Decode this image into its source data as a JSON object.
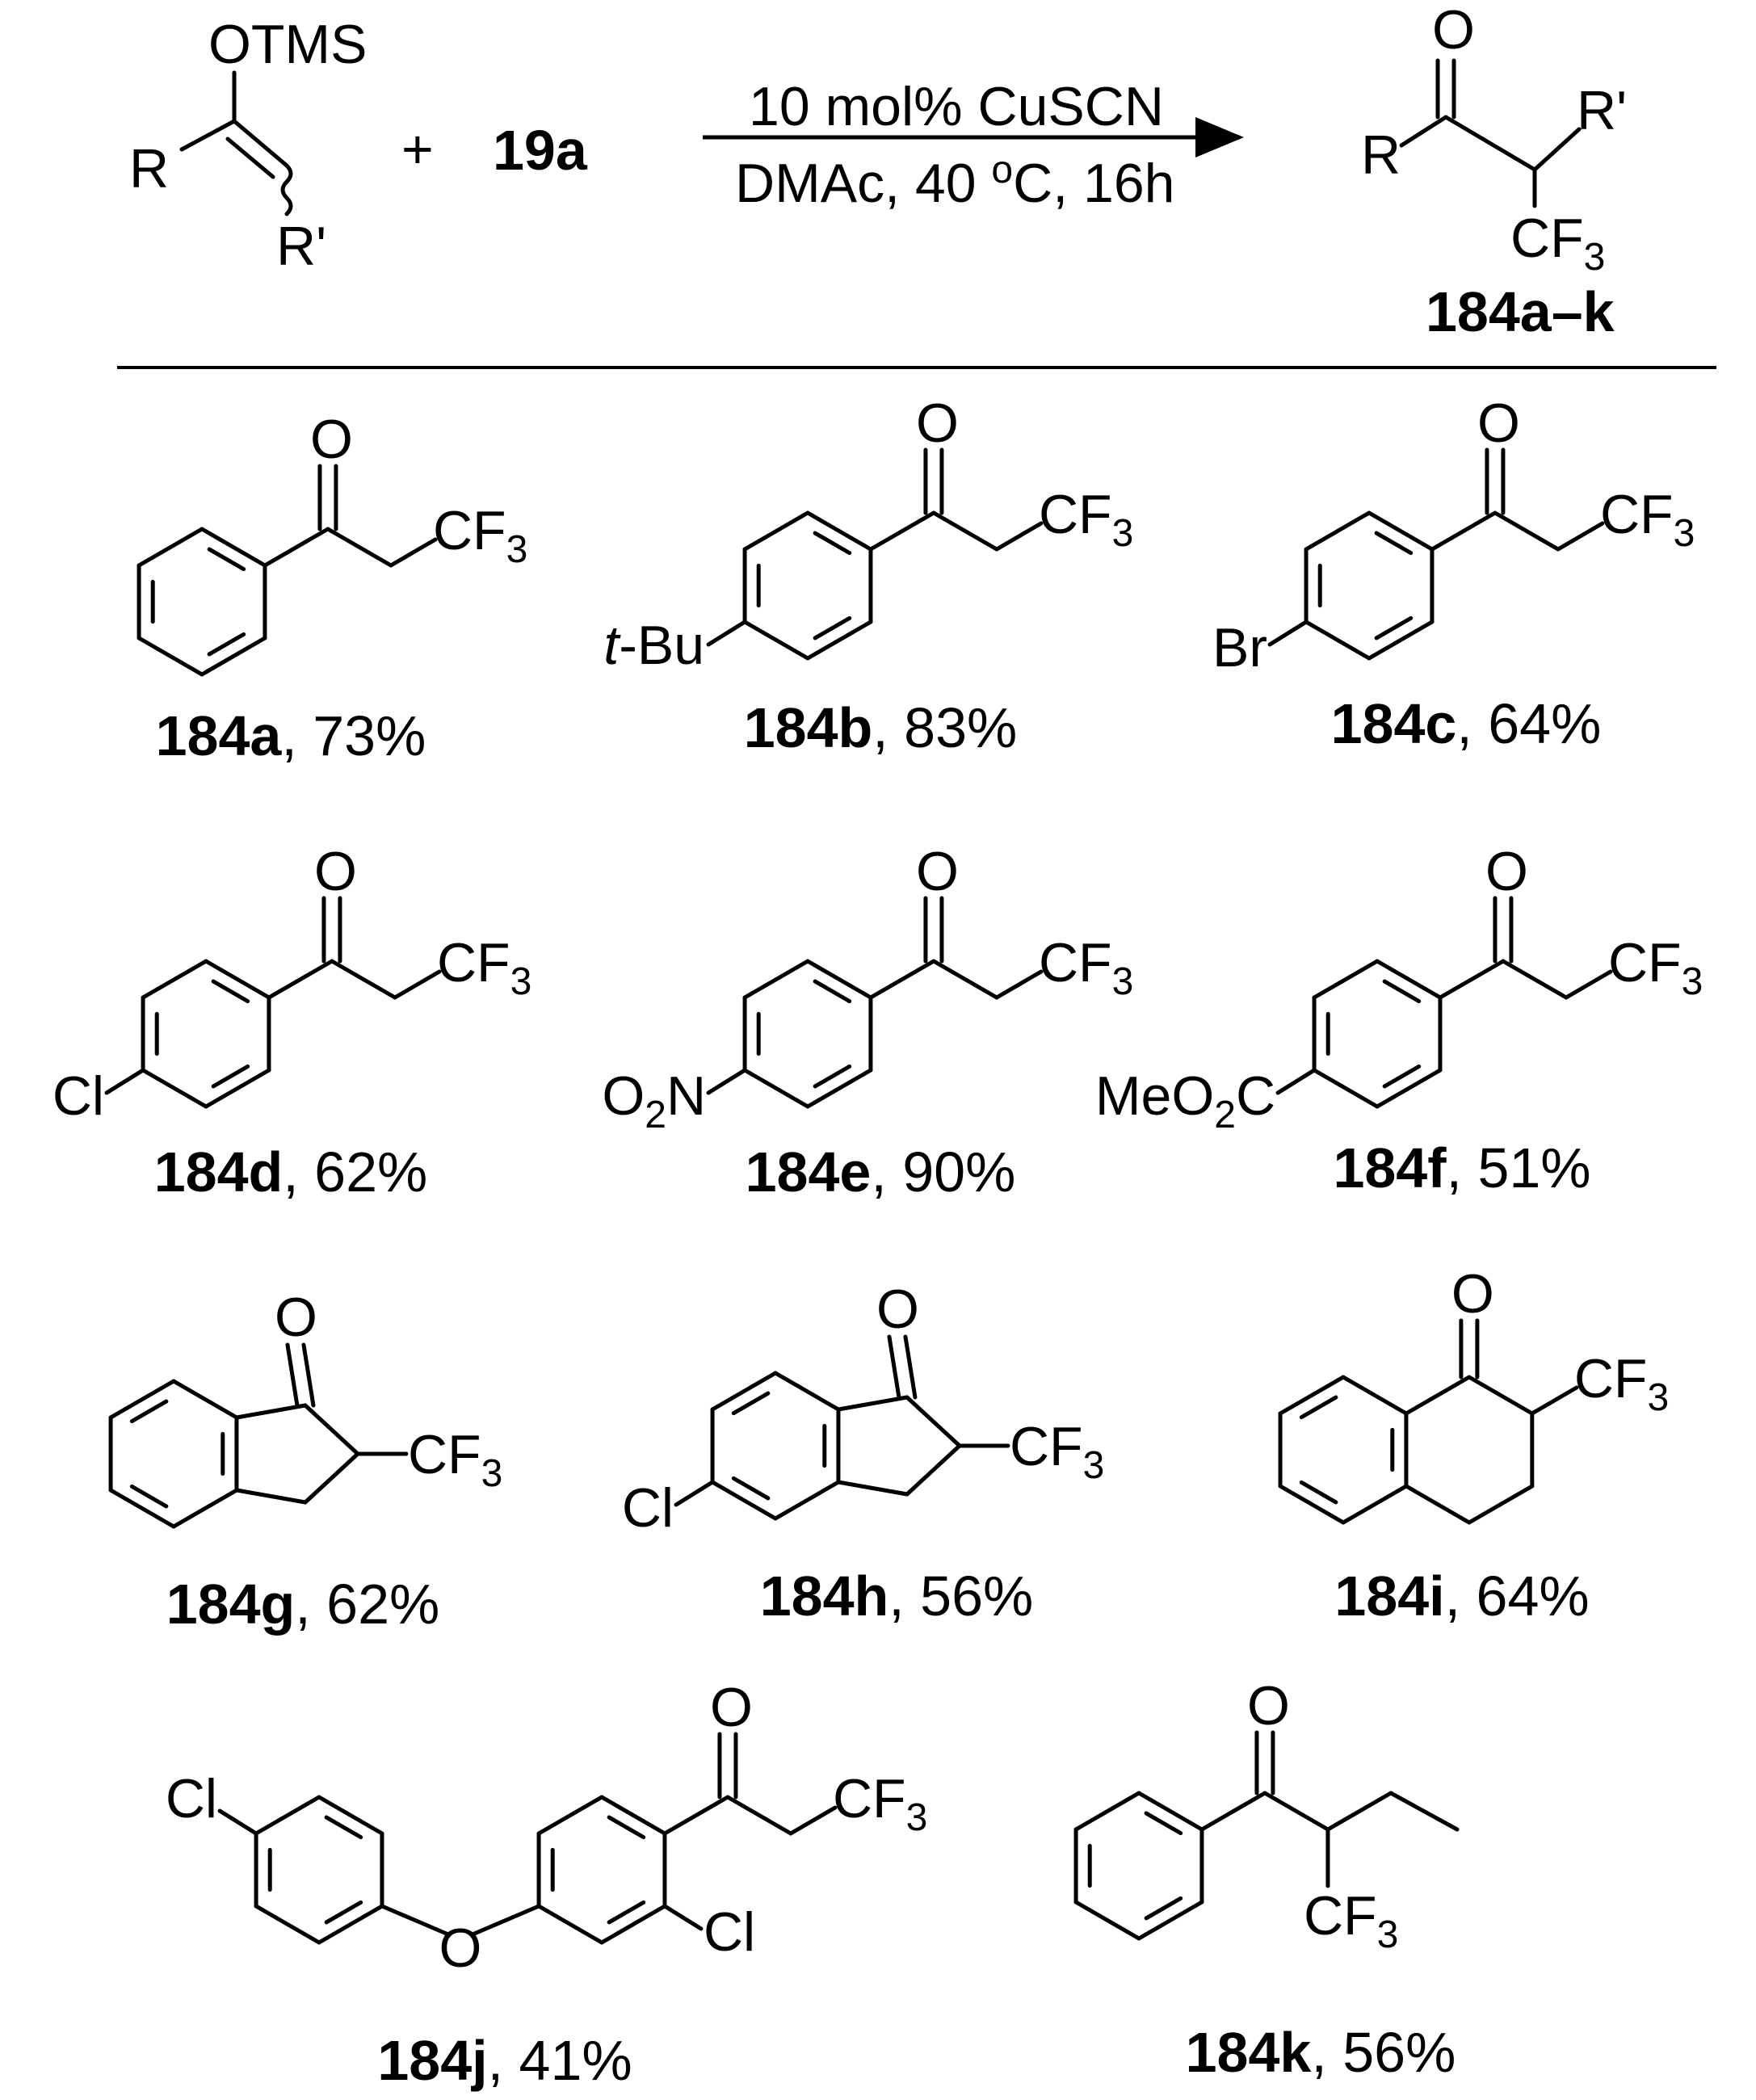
{
  "scheme": {
    "reactant": {
      "group": "OTMS",
      "r": "R",
      "r_prime": "R'"
    },
    "plus": "+",
    "reagent_id": "19a",
    "conditions": {
      "line1": "10 mol% CuSCN",
      "line2_prefix": "DMAc, 40 ",
      "line2_degree": "o",
      "line2_suffix": "C, 16h"
    },
    "product": {
      "r": "R",
      "r_prime": "R'",
      "id": "184a–k"
    }
  },
  "atoms": {
    "oxygen": "O",
    "cf": "CF",
    "three": "3",
    "two": "2",
    "tbu_t": "t",
    "tbu_rest": "-Bu",
    "br": "Br",
    "cl": "Cl",
    "nitro_o": "O",
    "nitro_n": "N",
    "ester_me": "MeO",
    "ester_c": "C"
  },
  "compounds": [
    {
      "id": "184a",
      "yield": ", 73%"
    },
    {
      "id": "184b",
      "yield": ", 83%"
    },
    {
      "id": "184c",
      "yield": ", 64%"
    },
    {
      "id": "184d",
      "yield": ", 62%"
    },
    {
      "id": "184e",
      "yield": ", 90%"
    },
    {
      "id": "184f",
      "yield": ", 51%"
    },
    {
      "id": "184g",
      "yield": ", 62%"
    },
    {
      "id": "184h",
      "yield": ", 56%"
    },
    {
      "id": "184i",
      "yield": ", 64%"
    },
    {
      "id": "184j",
      "yield": ", 41%"
    },
    {
      "id": "184k",
      "yield": ", 56%"
    }
  ]
}
